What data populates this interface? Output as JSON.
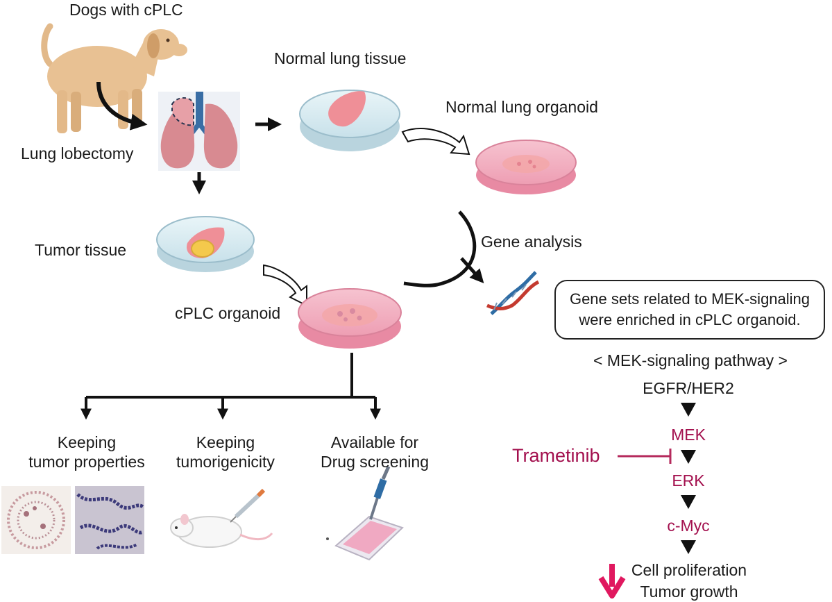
{
  "labels": {
    "dogs": "Dogs with cPLC",
    "lobectomy": "Lung lobectomy",
    "normal_tissue": "Normal lung tissue",
    "normal_organoid": "Normal lung organoid",
    "tumor_tissue": "Tumor tissue",
    "cplc_organoid": "cPLC organoid",
    "gene_analysis": "Gene analysis"
  },
  "gene_box": {
    "line1": "Gene sets related to MEK-signaling",
    "line2": "were enriched in cPLC organoid."
  },
  "pathway": {
    "title": "< MEK-signaling pathway >",
    "steps": [
      "EGFR/HER2",
      "MEK",
      "ERK",
      "c-Myc"
    ],
    "inhibitor": "Trametinib",
    "outcome": [
      "Cell proliferation",
      "Tumor growth"
    ]
  },
  "outputs": [
    {
      "line1": "Keeping",
      "line2": "tumor properties"
    },
    {
      "line1": "Keeping",
      "line2": "tumorigenicity"
    },
    {
      "line1": "Available for",
      "line2": "Drug screening"
    }
  ],
  "colors": {
    "pathway_molecule": "#a3104e",
    "inhibitor": "#a3104e",
    "down_arrow": "#e0185f",
    "dish_tissue_pink": "#ef8f97",
    "organoid_medium": "#f3a7bb"
  }
}
